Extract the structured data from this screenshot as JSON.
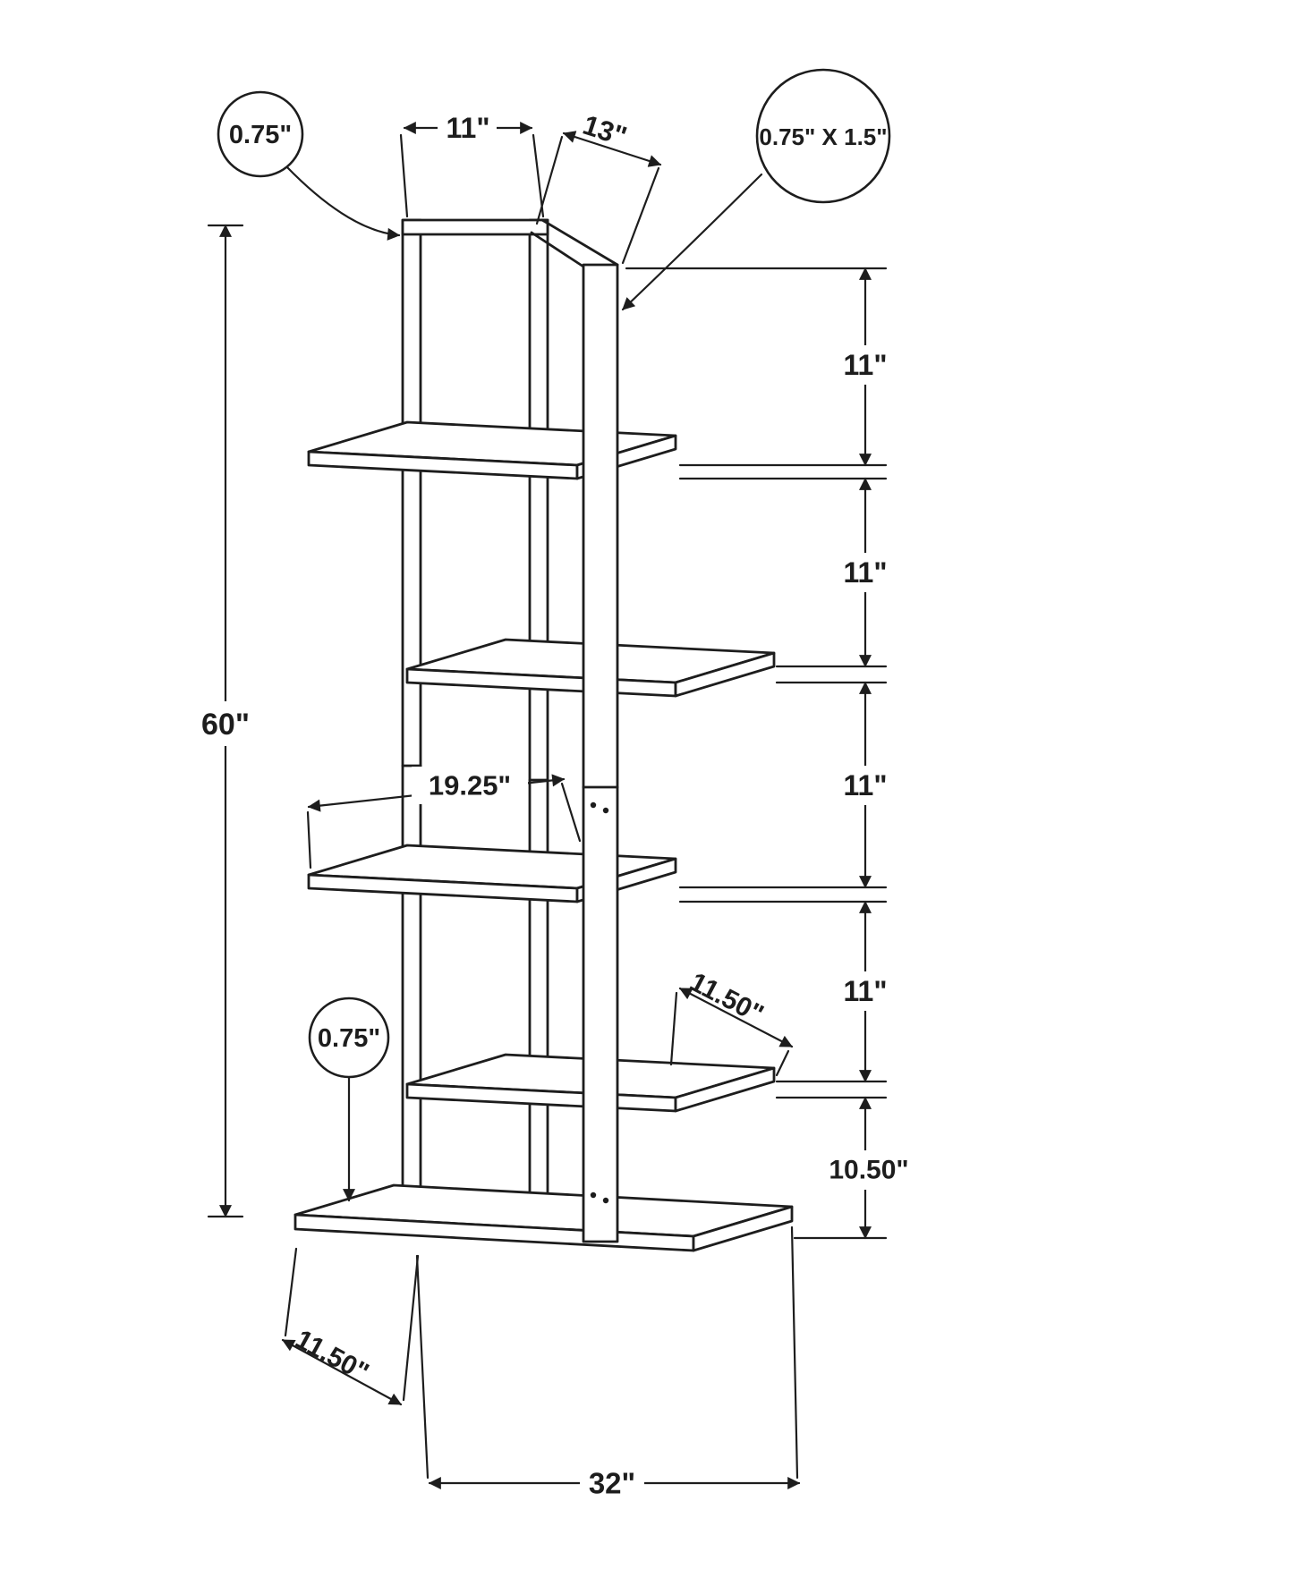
{
  "page": {
    "background": "#ffffff",
    "line_color": "#1d1d1d"
  },
  "diagram": {
    "type": "technical-dimension-drawing",
    "subject": "5-tier open concept display bookcase",
    "callouts": {
      "frame_thickness": "0.75\"",
      "post_profile": "0.75\" X 1.5\"",
      "base_thickness": "0.75\""
    },
    "dimensions": {
      "frame_top_width": "11\"",
      "top_strut_length": "13\"",
      "overall_height": "60\"",
      "shelf_length": "19.25\"",
      "shelf_gap_1": "11\"",
      "shelf_gap_2": "11\"",
      "shelf_gap_3": "11\"",
      "shelf_gap_4": "11\"",
      "base_gap": "10.50\"",
      "shelf_depth": "11.50\"",
      "base_depth": "11.50\"",
      "base_width": "32\""
    }
  }
}
